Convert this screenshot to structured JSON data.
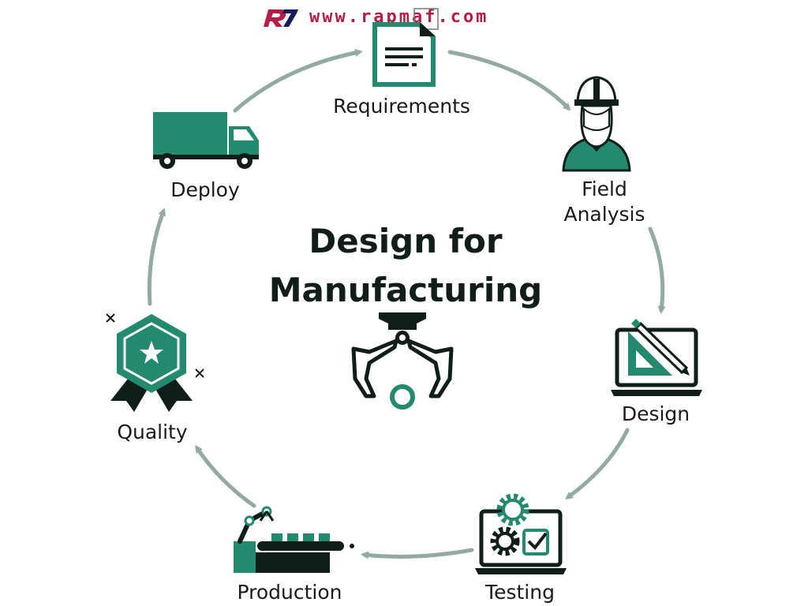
{
  "header": {
    "logo_text": "R7",
    "website": "www.rapmaf.com"
  },
  "center": {
    "title_line1": "Design for",
    "title_line2": "Manufacturing"
  },
  "cycle": {
    "steps": [
      {
        "label": "Requirements",
        "icon": "document-icon"
      },
      {
        "label": "Field",
        "label2": "Analysis",
        "icon": "engineer-icon"
      },
      {
        "label": "Design",
        "icon": "laptop-drafting-icon"
      },
      {
        "label": "Testing",
        "icon": "laptop-gears-check-icon"
      },
      {
        "label": "Production",
        "icon": "robot-arm-conveyor-icon"
      },
      {
        "label": "Quality",
        "icon": "quality-badge-icon"
      },
      {
        "label": "Deploy",
        "icon": "truck-icon"
      }
    ]
  },
  "colors": {
    "primary": "#238a6f",
    "dark": "#0f1e18",
    "arrow": "#93aaa0",
    "brand": "#b41e46"
  }
}
